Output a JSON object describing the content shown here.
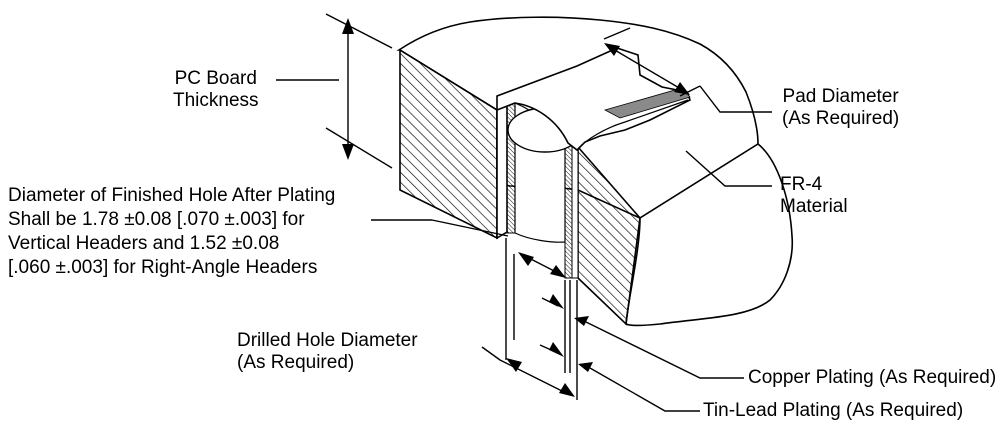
{
  "colors": {
    "ink": "#000000",
    "paper": "#ffffff",
    "shade": "#8a8a8a"
  },
  "labels": {
    "pc_board_thickness": [
      "PC Board",
      "Thickness"
    ],
    "pad_diameter": [
      "Pad Diameter",
      "(As Required)"
    ],
    "fr4_material": [
      "FR-4",
      "Material"
    ],
    "finished_hole": [
      "Diameter of Finished Hole After Plating",
      "Shall be 1.78 ±0.08 [.070 ±.003] for",
      "Vertical Headers and 1.52 ±0.08",
      "[.060 ±.003] for Right-Angle Headers"
    ],
    "drilled_hole": [
      "Drilled Hole Diameter",
      "(As Required)"
    ],
    "copper_plating": "Copper Plating (As Required)",
    "tin_lead_plating": "Tin-Lead Plating (As Required)"
  }
}
